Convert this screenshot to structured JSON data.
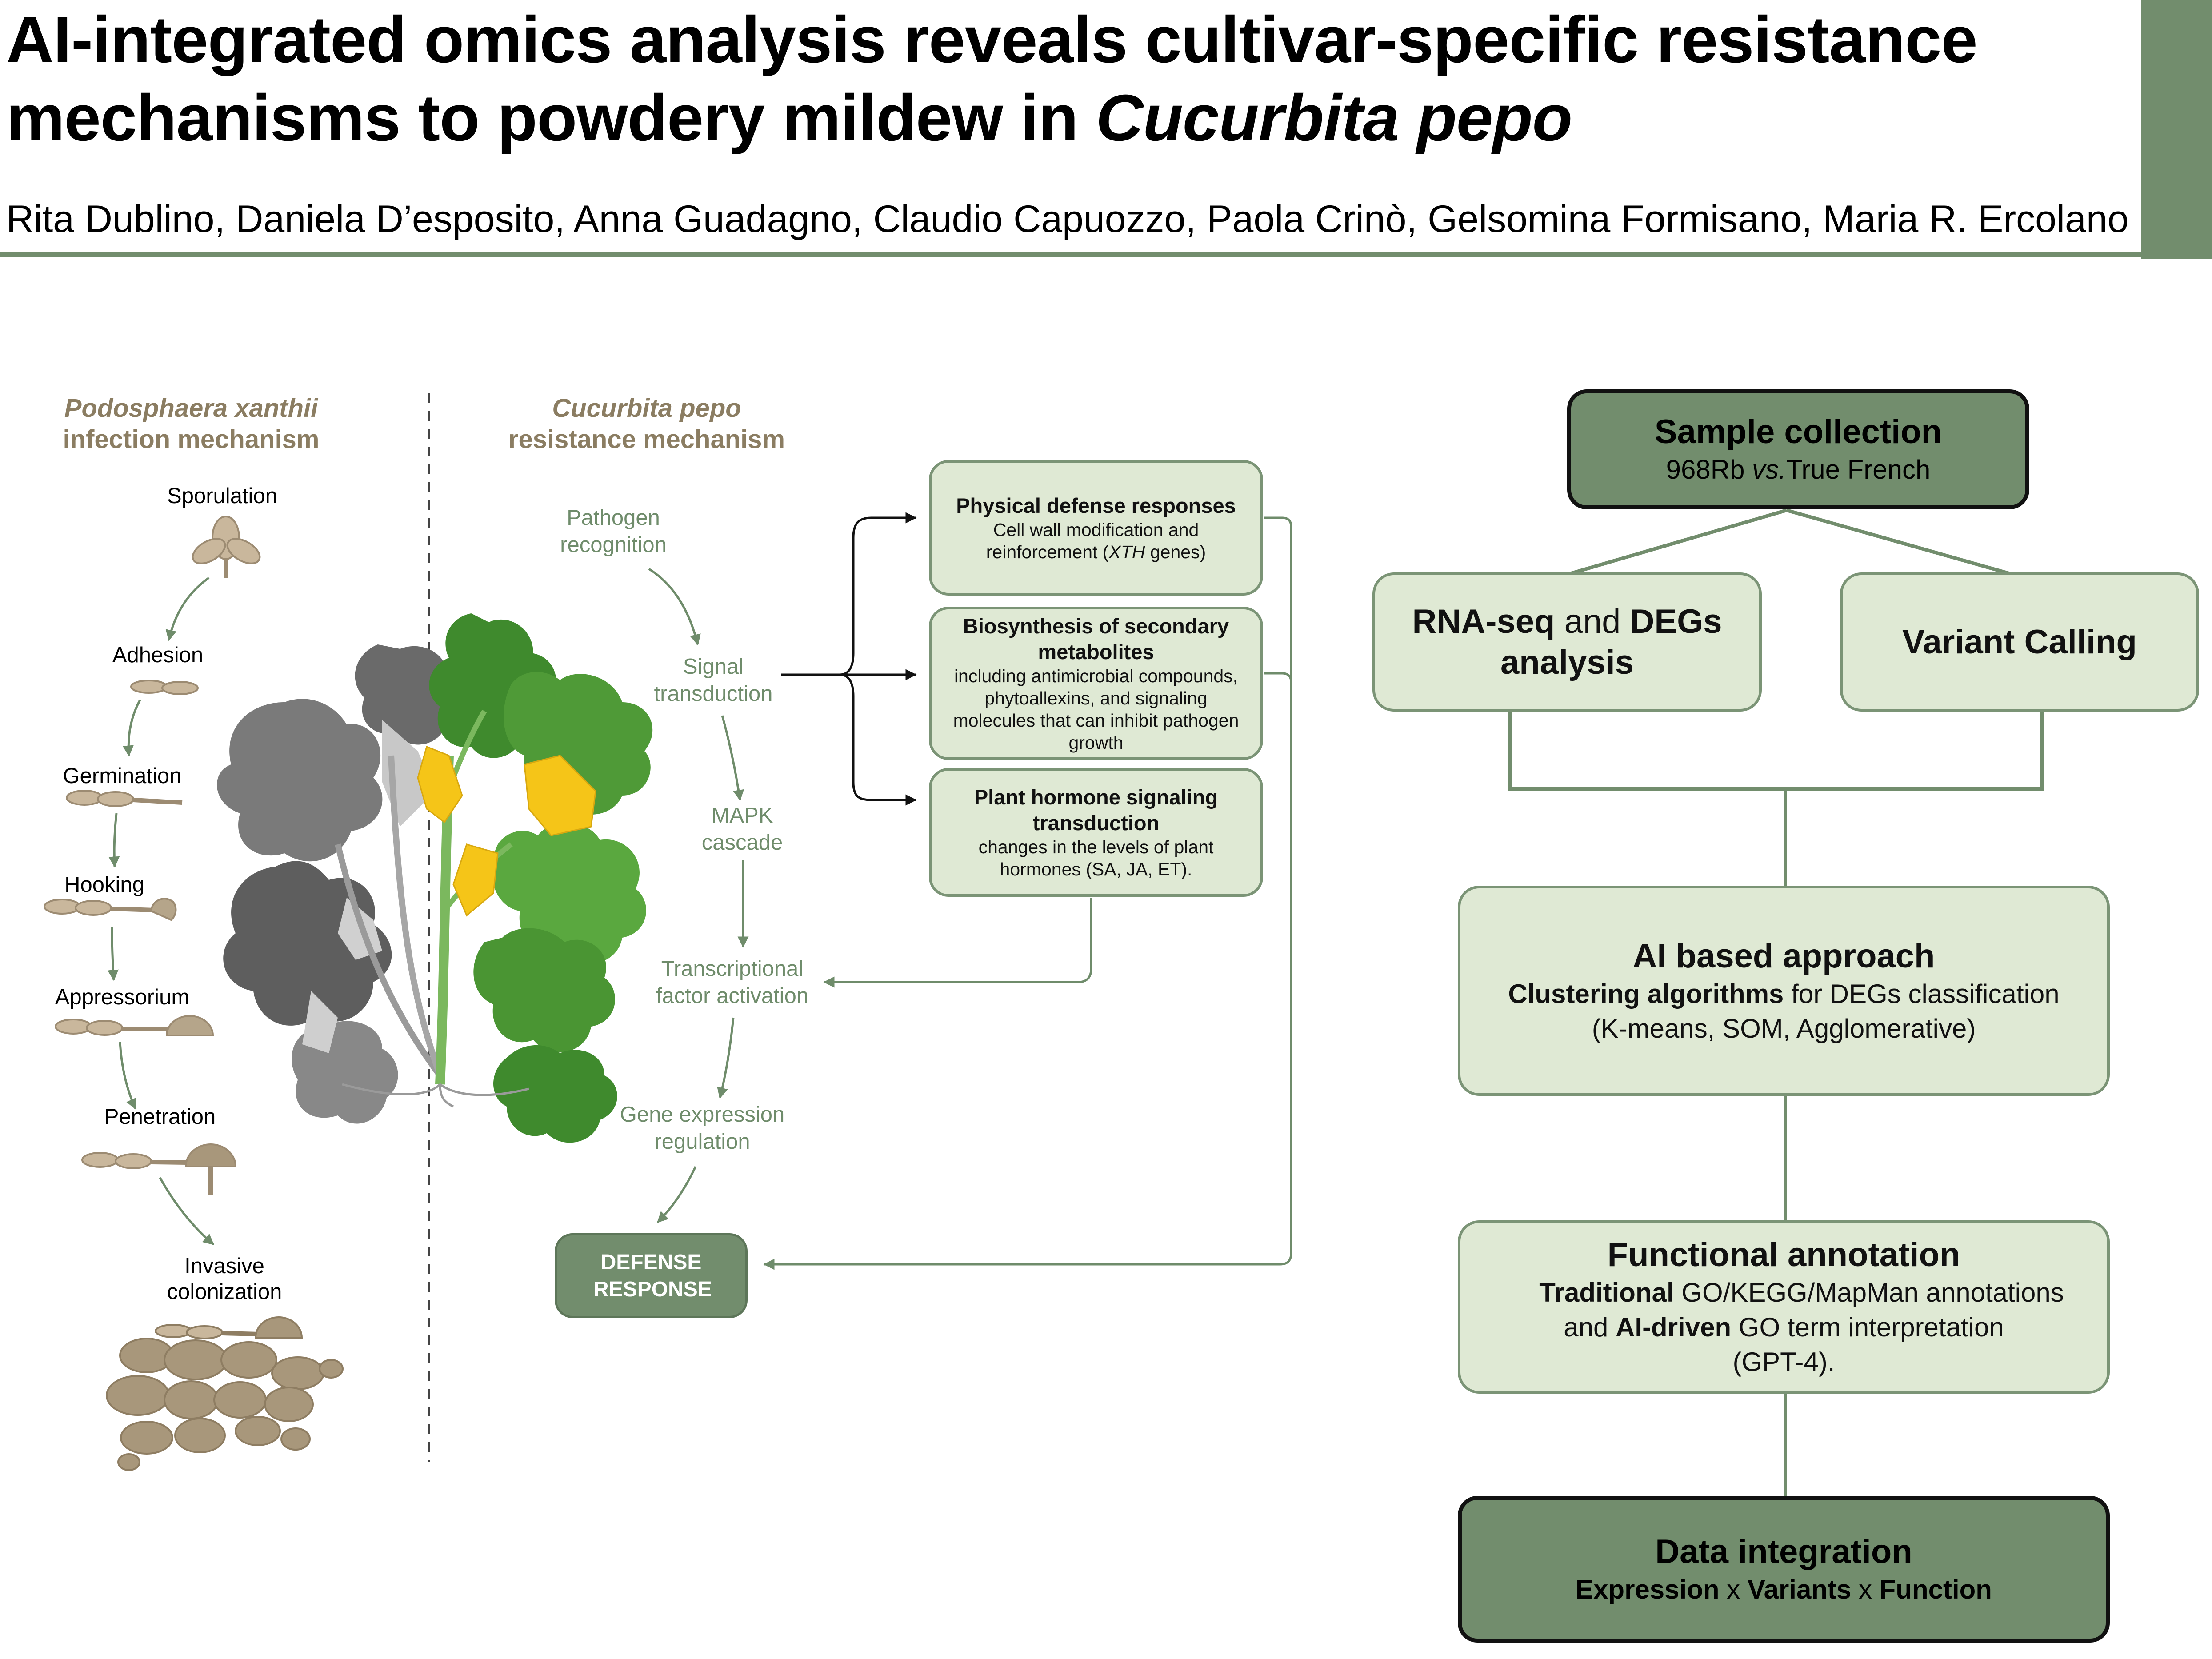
{
  "header": {
    "title_part1": "AI-integrated omics analysis reveals cultivar-specific resistance mechanisms to powdery mildew in",
    "title_species": "Cucurbita pepo",
    "authors": "Rita Dublino, Daniela D’esposito, Anna Guadagno, Claudio Capuozzo, Paola Crinò, Gelsomina Formisano, Maria R. Ercolano"
  },
  "infection": {
    "heading_species": "Podosphaera xanthii",
    "heading_rest": "infection mechanism",
    "stages": [
      "Sporulation",
      "Adhesion",
      "Germination",
      "Hooking",
      "Appressorium",
      "Penetration",
      "Invasive colonization"
    ]
  },
  "resistance": {
    "heading_species": "Cucurbita pepo",
    "heading_rest": "resistance mechanism",
    "steps": [
      "Pathogen recognition",
      "Signal transduction",
      "MAPK cascade",
      "Transcriptional factor activation",
      "Gene expression regulation"
    ],
    "defense_label": "DEFENSE RESPONSE"
  },
  "responses": {
    "physical_title": "Physical defense responses",
    "physical_body_a": "Cell wall modification and reinforcement (",
    "physical_body_gene": "XTH",
    "physical_body_b": " genes)",
    "secondary_title": "Biosynthesis of secondary metabolites",
    "secondary_body": "including antimicrobial compounds, phytoallexins, and signaling molecules that can inhibit pathogen growth",
    "hormone_title": "Plant hormone signaling transduction",
    "hormone_body": "changes in the levels of plant hormones (SA, JA, ET)."
  },
  "workflow": {
    "sample_title": "Sample collection",
    "sample_sub_a": "968Rb ",
    "sample_sub_vs": "vs.",
    "sample_sub_b": "True French",
    "rnaseq_a": "RNA-seq",
    "rnaseq_and": " and ",
    "rnaseq_b": "DEGs",
    "rnaseq_c": "analysis",
    "variant": "Variant Calling",
    "ai_title": "AI based approach",
    "ai_line1_bold": "Clustering algorithms",
    "ai_line1_rest": " for DEGs classification",
    "ai_line2": "(K-means, SOM, Agglomerative)",
    "fa_title": "Functional annotation",
    "fa_bold1": "Traditional",
    "fa_rest1": " GO/KEGG/MapMan annotations",
    "fa_and": "and ",
    "fa_bold2": "AI-driven",
    "fa_rest2": " GO term interpretation",
    "fa_line3": "(GPT-4).",
    "di_title": "Data integration",
    "di_a": "Expression",
    "di_x1": " x ",
    "di_b": "Variants",
    "di_x2": " x ",
    "di_c": "Function"
  },
  "colors": {
    "accent_green": "#728d6d",
    "light_box_fill": "#dfe9d4",
    "box_border": "#7b9476",
    "heading_brown": "#8b7d62",
    "path_text_green": "#6f8c6b",
    "leaf_green": "#4f9a37",
    "flower_yellow": "#f5c518",
    "fungus_tan": "#b5a58a"
  }
}
